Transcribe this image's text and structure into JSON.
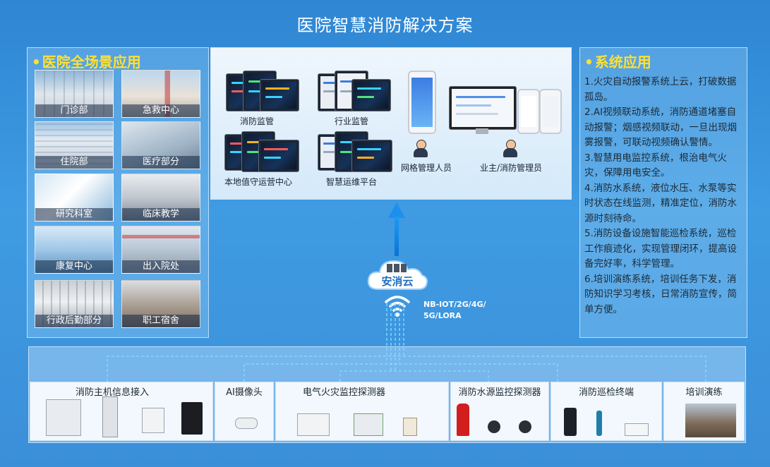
{
  "title": "医院智慧消防解决方案",
  "left_panel": {
    "title": "医院全场景应用",
    "tiles": [
      "门诊部",
      "急救中心",
      "住院部",
      "医疗部分",
      "研究科室",
      "临床教学",
      "康复中心",
      "出入院处",
      "行政后勤部分",
      "职工宿舍"
    ]
  },
  "center_panel": {
    "items": [
      "消防监管",
      "行业监管",
      "本地值守运营中心",
      "智慧运维平台"
    ],
    "roles": [
      "网格管理人员",
      "业主/消防管理员"
    ]
  },
  "right_panel": {
    "title": "系统应用",
    "items": [
      "1.火灾自动报警系统上云，打破数据孤岛。",
      "2.AI视频联动系统，消防通道堵塞自动报警；烟感视频联动，一旦出现烟雾报警，可联动视频确认警情。",
      "3.智慧用电监控系统，根治电气火灾，保障用电安全。",
      "4.消防水系统，液位水压、水泵等实时状态在线监测，精准定位，消防水源时刻待命。",
      "5.消防设备设施智能巡检系统，巡检工作痕迹化，实现管理闭环，提高设备完好率，科学管理。",
      "6.培训演练系统，培训任务下发，消防知识学习考核，日常消防宣传，简单方便。"
    ]
  },
  "cloud": {
    "label": "安消云",
    "network_line1": "NB-IOT/2G/4G/",
    "network_line2": "5G/LORA"
  },
  "bottom_devices": [
    "消防主机信息接入",
    "AI摄像头",
    "电气火灾监控探测器",
    "消防水源监控探测器",
    "消防巡检终端",
    "培训演练"
  ]
}
